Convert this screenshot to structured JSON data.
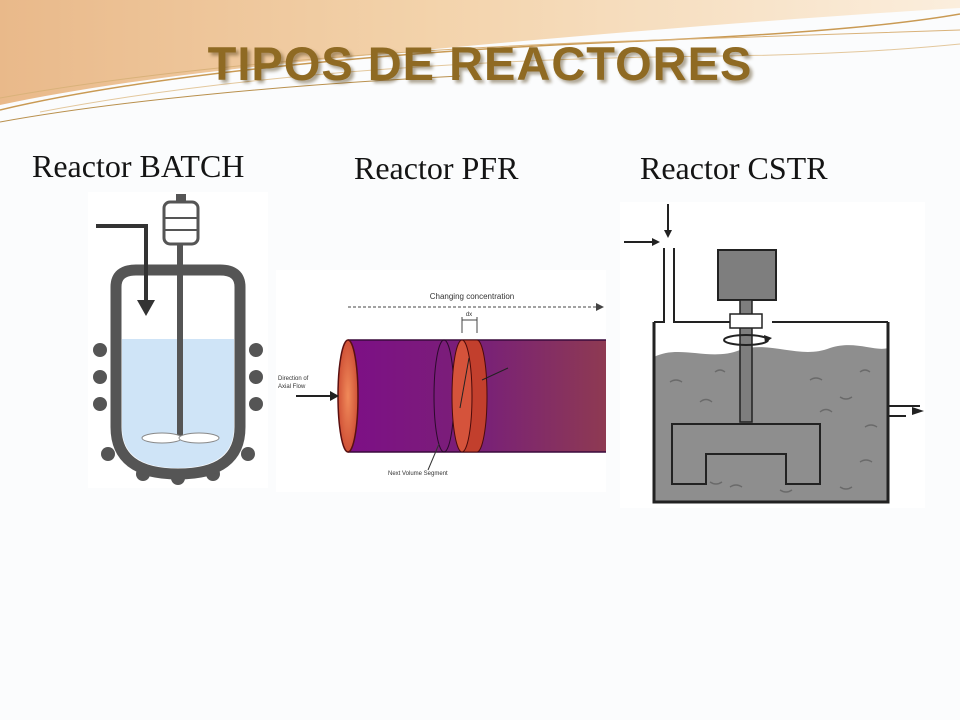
{
  "slide": {
    "title": "TIPOS DE REACTORES"
  },
  "reactors": [
    {
      "label": "Reactor BATCH"
    },
    {
      "label": "Reactor PFR"
    },
    {
      "label": "Reactor CSTR"
    }
  ],
  "pfr_diagram": {
    "top_annotation": "Changing concentration",
    "dx_label": "dx",
    "flow_label_line1": "Direction of",
    "flow_label_line2": "Axial Flow",
    "segment_label": "Next Volume Segment"
  },
  "colors": {
    "title": "#8f6a23",
    "batch_liquid": "#cfe4f7",
    "batch_vessel": "#555555",
    "pfr_tube": "#7c1f7e",
    "pfr_segment": "#c83a2a",
    "cstr_liquid": "#8e8e8e"
  }
}
